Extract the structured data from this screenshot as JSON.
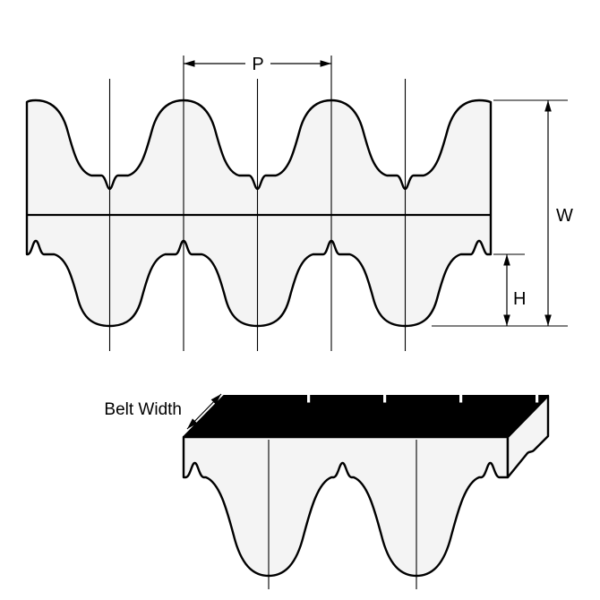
{
  "figure": {
    "dimension_labels": {
      "pitch": "P",
      "width": "W",
      "height": "H",
      "belt_width": "Belt Width"
    },
    "colors": {
      "outline": "#000000",
      "belt_fill": "#f4f4f4",
      "top_face_fill": "#000000",
      "background": "#ffffff"
    }
  }
}
